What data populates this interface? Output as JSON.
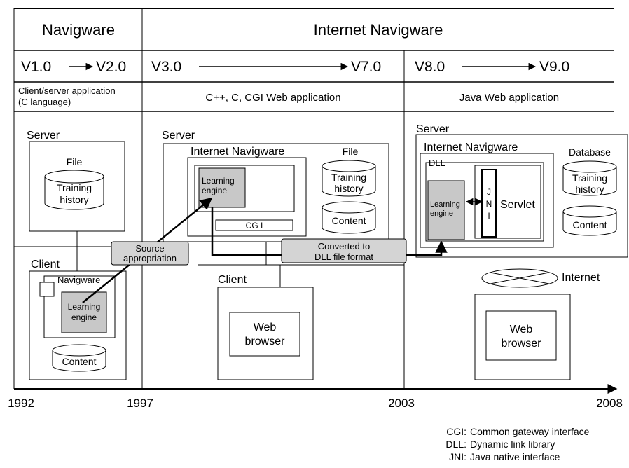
{
  "eras": {
    "navigware": {
      "title": "Navigware",
      "version_start": "V1.0",
      "version_end": "V2.0",
      "description": [
        "Client/server application",
        "(C language)"
      ]
    },
    "internet_navigware": {
      "title": "Internet Navigware"
    },
    "era2": {
      "version_start": "V3.0",
      "version_end": "V7.0",
      "description": "C++, C, CGI Web application"
    },
    "era3": {
      "version_start": "V8.0",
      "version_end": "V9.0",
      "description": "Java Web application"
    }
  },
  "era1_diagram": {
    "server_label": "Server",
    "file_label": "File",
    "training_history": [
      "Training",
      "history"
    ],
    "client_label": "Client",
    "navigware_label": "Navigware",
    "learning_engine": [
      "Learning",
      "engine"
    ],
    "content_label": "Content"
  },
  "era2_diagram": {
    "server_label": "Server",
    "internet_navigware_label": "Internet Navigware",
    "file_label": "File",
    "training_history": [
      "Training",
      "history"
    ],
    "content_label": "Content",
    "learning_engine": [
      "Learning",
      "engine"
    ],
    "cgi_label": "CG I",
    "client_label": "Client",
    "web_browser": [
      "Web",
      "browser"
    ]
  },
  "era3_diagram": {
    "server_label": "Server",
    "internet_navigware_label": "Internet Navigware",
    "dll_label": "DLL",
    "database_label": "Database",
    "training_history": [
      "Training",
      "history"
    ],
    "content_label": "Content",
    "learning_engine": [
      "Learning",
      "engine"
    ],
    "jni_letters": [
      "J",
      "N",
      "I"
    ],
    "servlet_label": "Servlet",
    "internet_label": "Internet",
    "web_browser": [
      "Web",
      "browser"
    ]
  },
  "callouts": {
    "source_appropriation": [
      "Source",
      "appropriation"
    ],
    "converted_dll": [
      "Converted to",
      "DLL file format"
    ]
  },
  "timeline": {
    "years": [
      "1992",
      "1997",
      "2003",
      "2008"
    ]
  },
  "legend": [
    {
      "abbr": "CGI:",
      "text": "Common gateway interface"
    },
    {
      "abbr": "DLL:",
      "text": "Dynamic link library"
    },
    {
      "abbr": "JNI:",
      "text": "Java native interface"
    }
  ],
  "colors": {
    "engine_fill": "#c8c8c8",
    "callout_fill": "#d4d4d4"
  }
}
